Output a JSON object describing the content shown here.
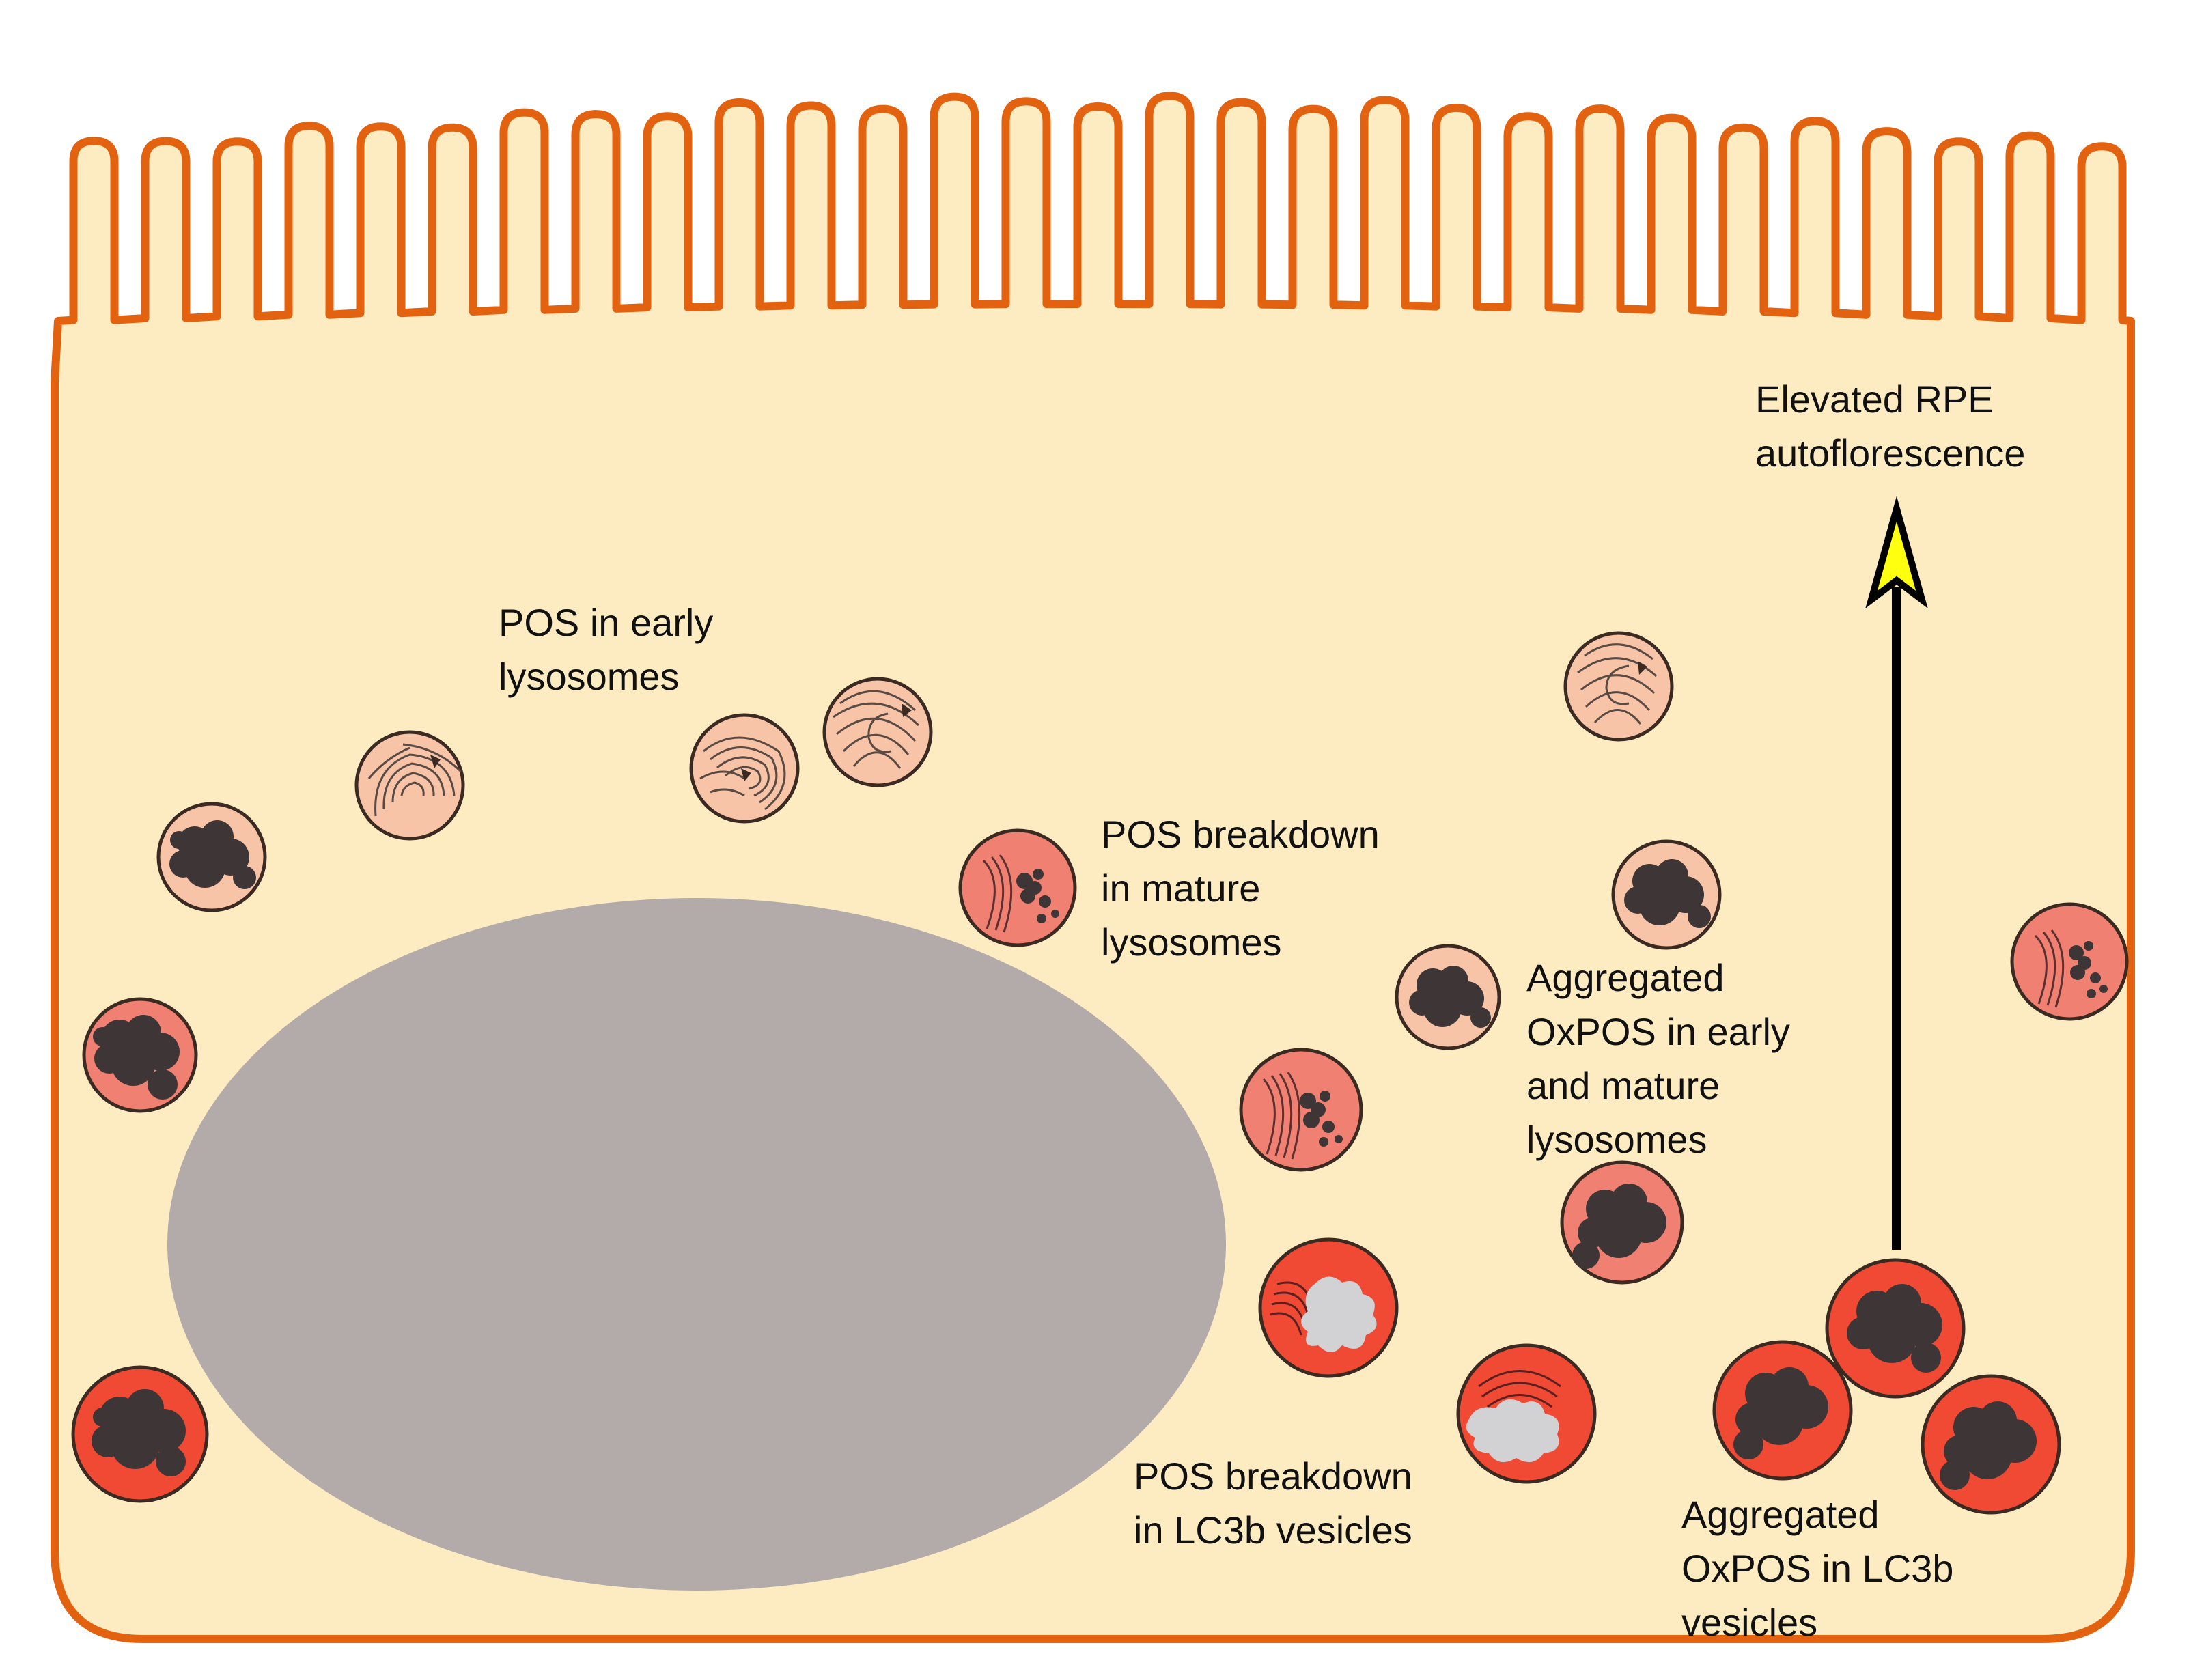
{
  "colors": {
    "cytoplasm": "#fdebc2",
    "membrane": "#e2620f",
    "nucleus": "#b2aba9",
    "early_lysosome": "#f7c4a8",
    "mature_lysosome": "#f08072",
    "lc3b_vesicle": "#f04a35",
    "aggregate": "#3e3636",
    "broken_pos": "#d2d2d4",
    "arrow_head": "#ffff10"
  },
  "labels": {
    "pos_early": [
      "POS in early",
      "lysosomes"
    ],
    "pos_mature": [
      "POS breakdown",
      "in mature",
      "lysosomes"
    ],
    "oxpos_early_mature": [
      "Aggregated",
      "OxPOS in early",
      "and mature",
      "lysosomes"
    ],
    "pos_lc3b": [
      "POS breakdown",
      "in LC3b vesicles"
    ],
    "oxpos_lc3b": [
      "Aggregated",
      "OxPOS in LC3b",
      "vesicles"
    ],
    "autofluorescence": [
      "Elevated RPE",
      "autoflorescence"
    ]
  }
}
